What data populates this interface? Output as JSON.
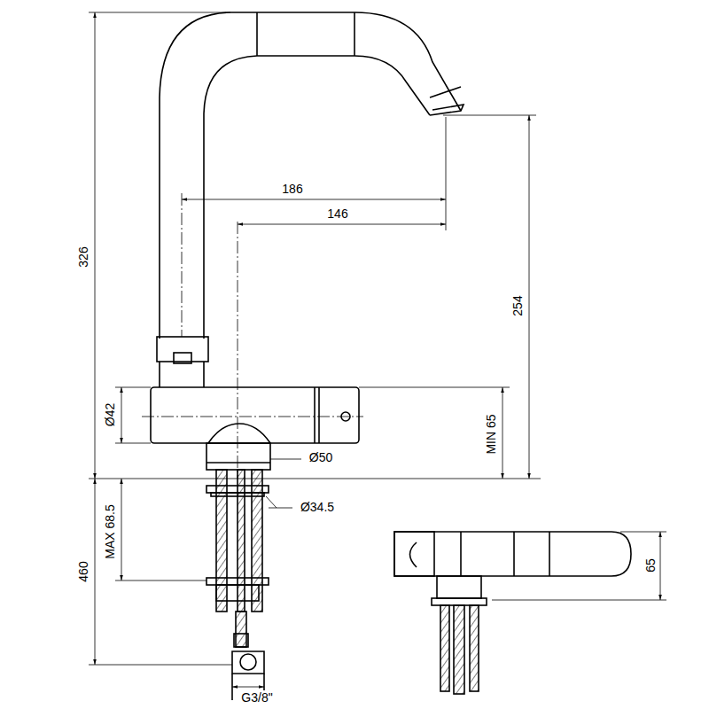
{
  "diagram": {
    "labels": [
      "326",
      "186",
      "146",
      "Ø42",
      "MIN 65",
      "254",
      "Ø50",
      "Ø34.5",
      "MAX 68.5",
      "460",
      "G3/8\"",
      "65"
    ]
  }
}
